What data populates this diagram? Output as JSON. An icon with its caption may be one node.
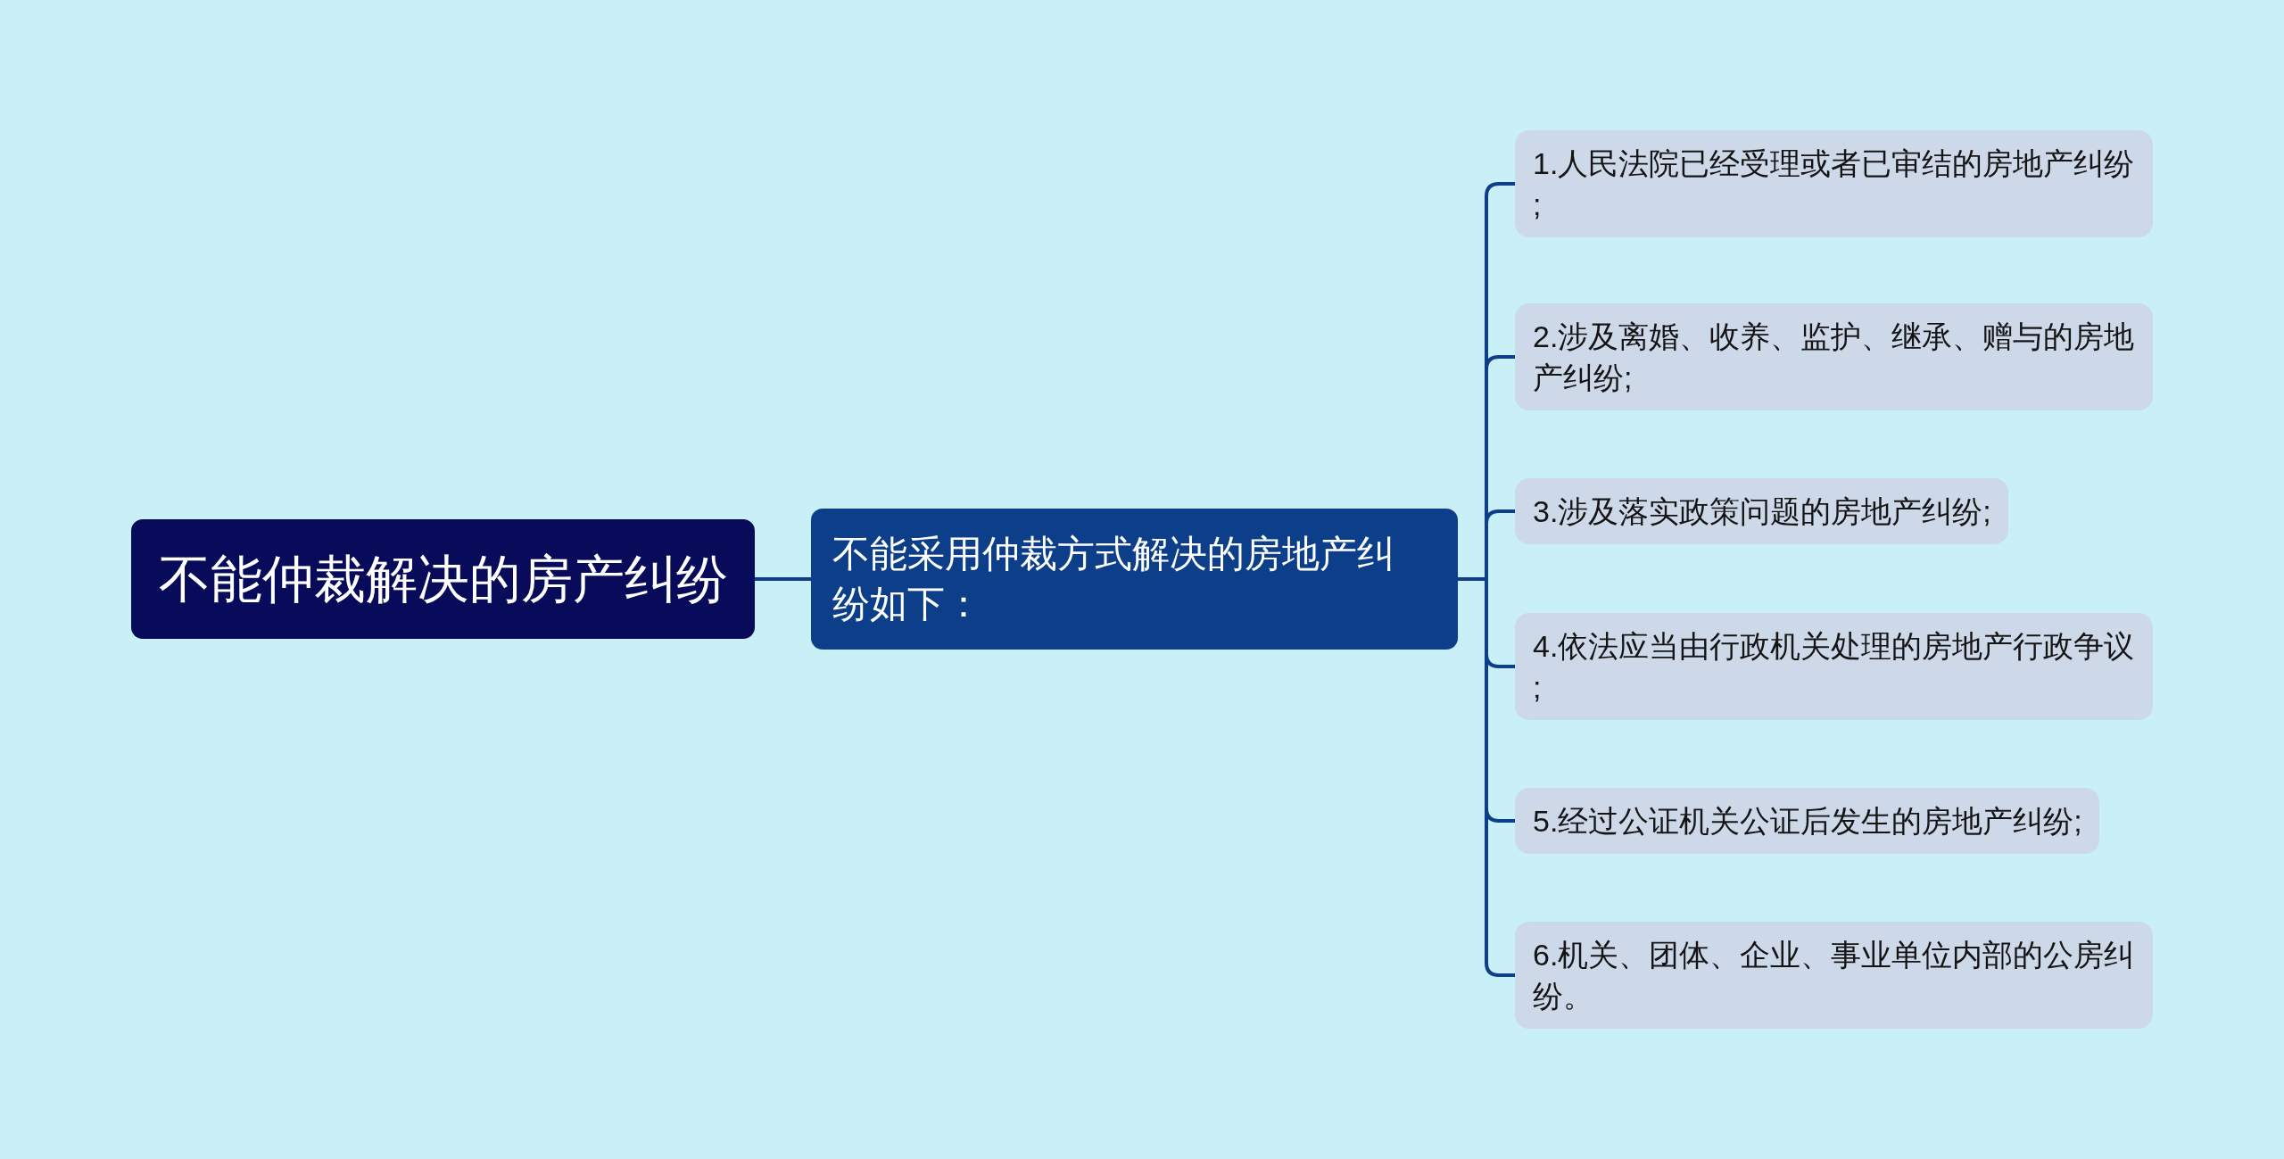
{
  "diagram": {
    "nodes": [
      {
        "text": [
          "不能仲裁解决的房产纠纷"
        ]
      },
      {
        "text": [
          "不能采用仲裁方式解决的房地产纠纷如下："
        ]
      },
      {
        "text": [
          "1.人民法院已经受理或者已审结的房地产纠纷;"
        ]
      },
      {
        "text": [
          "2.涉及离婚、收养、监护、继承、赠与的房地产纠纷;"
        ]
      },
      {
        "text": [
          "3.涉及落实政策问题的房地产纠纷;"
        ]
      },
      {
        "text": [
          "4.依法应当由行政机关处理的房地产行政争议;"
        ]
      },
      {
        "text": [
          "5.经过公证机关公证后发生的房地产纠纷;"
        ]
      },
      {
        "text": [
          "6.机关、团体、企业、事业单位内部的公房纠纷。"
        ]
      }
    ],
    "edges": [
      {
        "from": 0,
        "to": 1,
        "arrow": "none"
      },
      {
        "from": 1,
        "to": 2,
        "arrow": "none"
      },
      {
        "from": 1,
        "to": 3,
        "arrow": "none"
      },
      {
        "from": 1,
        "to": 4,
        "arrow": "none"
      },
      {
        "from": 1,
        "to": 5,
        "arrow": "none"
      },
      {
        "from": 1,
        "to": 6,
        "arrow": "none"
      },
      {
        "from": 1,
        "to": 7,
        "arrow": "none"
      }
    ]
  }
}
